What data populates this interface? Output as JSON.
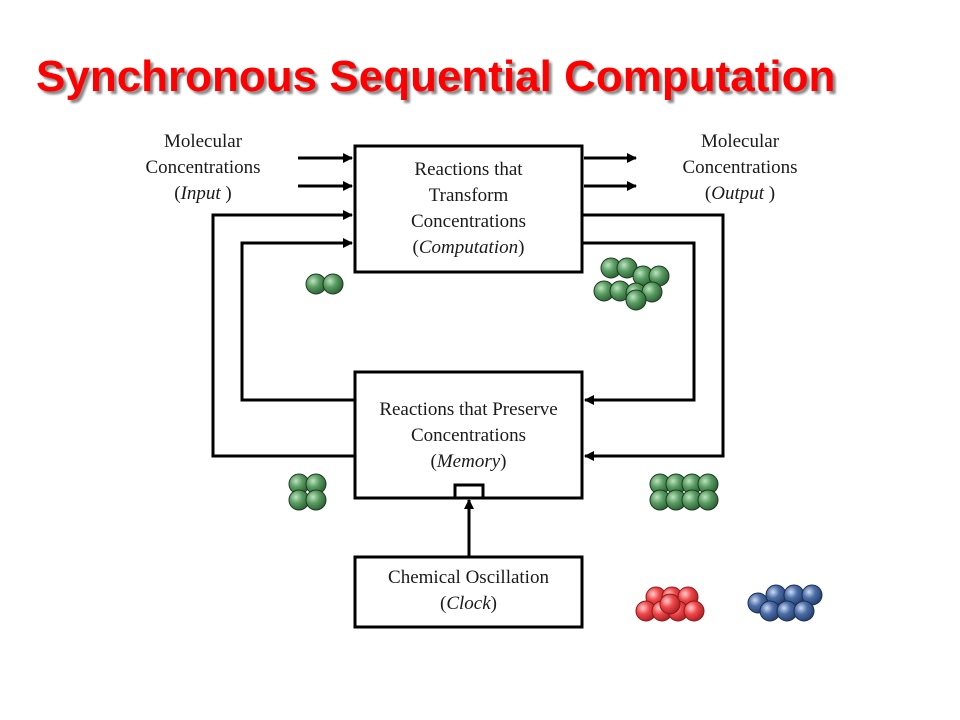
{
  "title": "Synchronous Sequential Computation",
  "input_label": {
    "line1": "Molecular",
    "line2": "Concentrations",
    "open": "(",
    "italic": "Input",
    "close": " )"
  },
  "output_label": {
    "line1": "Molecular",
    "line2": "Concentrations",
    "open": "(",
    "italic": "Output",
    "close": " )"
  },
  "computation_box": {
    "line1": "Reactions that",
    "line2": "Transform",
    "line3": "Concentrations",
    "open": "(",
    "italic": "Computation",
    "close": ")"
  },
  "memory_box": {
    "line1": "Reactions that Preserve",
    "line2": "Concentrations",
    "open": "(",
    "italic": "Memory",
    "close": ")"
  },
  "clock_box": {
    "line1": "Chemical Oscillation",
    "open": "(",
    "italic": "Clock",
    "close": ")"
  },
  "molecule_colors": {
    "green": "#3f8a4a",
    "red": "#f0484a",
    "blue": "#4a6ea8"
  },
  "molecule_clusters": [
    {
      "name": "small-green-pair",
      "color": "green",
      "count": 2
    },
    {
      "name": "large-green-cluster",
      "color": "green",
      "count": 9
    },
    {
      "name": "memory-input-cluster",
      "color": "green",
      "count": 4
    },
    {
      "name": "memory-output-cluster",
      "color": "green",
      "count": 8
    },
    {
      "name": "red-cluster",
      "color": "red",
      "count": 8
    },
    {
      "name": "blue-cluster",
      "color": "blue",
      "count": 7
    }
  ]
}
